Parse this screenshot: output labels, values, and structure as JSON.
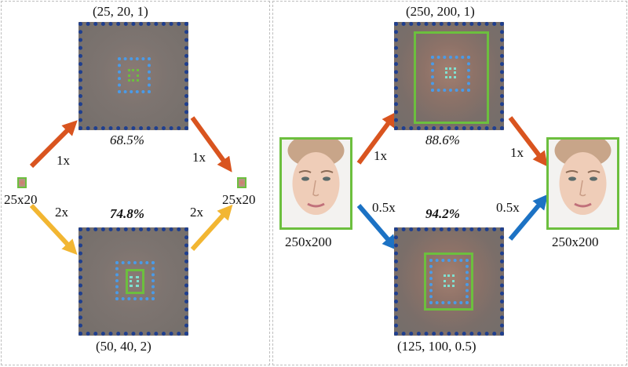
{
  "left_panel": {
    "input_label": "25x20",
    "output_label": "25x20",
    "top_map_label": "(25, 20, 1)",
    "top_map_accuracy": "68.5%",
    "bottom_map_label": "(50, 40, 2)",
    "bottom_map_accuracy": "74.8%",
    "top_in_scale": "1x",
    "top_out_scale": "1x",
    "bottom_in_scale": "2x",
    "bottom_out_scale": "2x"
  },
  "right_panel": {
    "input_label": "250x200",
    "output_label": "250x200",
    "top_map_label": "(250, 200, 1)",
    "top_map_accuracy": "88.6%",
    "bottom_map_label": "(125, 100, 0.5)",
    "bottom_map_accuracy": "94.2%",
    "top_in_scale": "1x",
    "top_out_scale": "1x",
    "bottom_in_scale": "0.5x",
    "bottom_out_scale": "0.5x"
  },
  "colors": {
    "arrow_1x": "#d9541f",
    "arrow_2x": "#f2b632",
    "arrow_0_5x": "#1c72c4",
    "green_box": "#6cbf3e",
    "blue_dots": "#4a9be8",
    "map_border": "#1f3f8f"
  }
}
